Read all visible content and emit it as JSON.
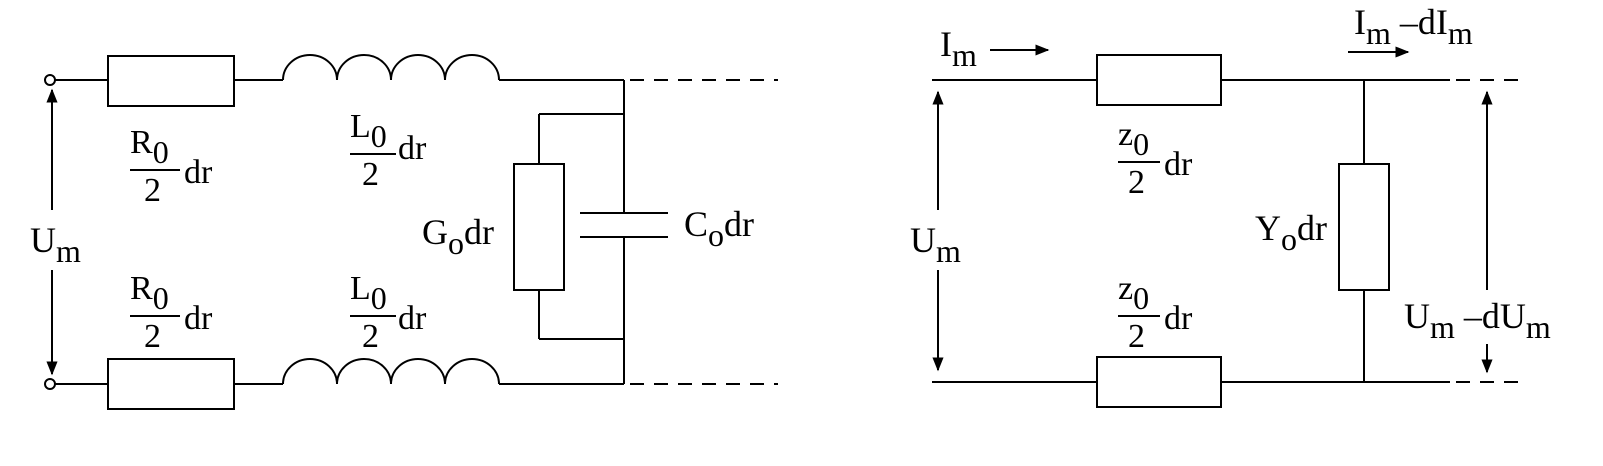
{
  "left": {
    "voltage_label": {
      "base": "U",
      "sub": "m"
    },
    "r_top": {
      "num_base": "R",
      "num_sub": "0",
      "den": "2",
      "tail": "dr"
    },
    "r_bottom": {
      "num_base": "R",
      "num_sub": "0",
      "den": "2",
      "tail": "dr"
    },
    "l_top": {
      "num_base": "L",
      "num_sub": "0",
      "den": "2",
      "tail": "dr"
    },
    "l_bottom": {
      "num_base": "L",
      "num_sub": "0",
      "den": "2",
      "tail": "dr"
    },
    "conductance": {
      "base": "G",
      "sub": "o",
      "tail": "dr"
    },
    "capacitance": {
      "base": "C",
      "sub": "o",
      "tail": "dr"
    }
  },
  "right": {
    "current_in": {
      "base": "I",
      "sub": "m"
    },
    "current_out": {
      "base": "I",
      "sub": "m",
      "mid": " –dI",
      "sub2": "m"
    },
    "voltage_in": {
      "base": "U",
      "sub": "m"
    },
    "voltage_out": {
      "base": "U",
      "sub": "m",
      "mid": " –dU",
      "sub2": "m"
    },
    "z_top": {
      "num_base": "z",
      "num_sub": "0",
      "den": "2",
      "tail": "dr"
    },
    "z_bottom": {
      "num_base": "z",
      "num_sub": "0",
      "den": "2",
      "tail": "dr"
    },
    "admittance": {
      "base": "Y",
      "sub": "o",
      "tail": "dr"
    }
  }
}
